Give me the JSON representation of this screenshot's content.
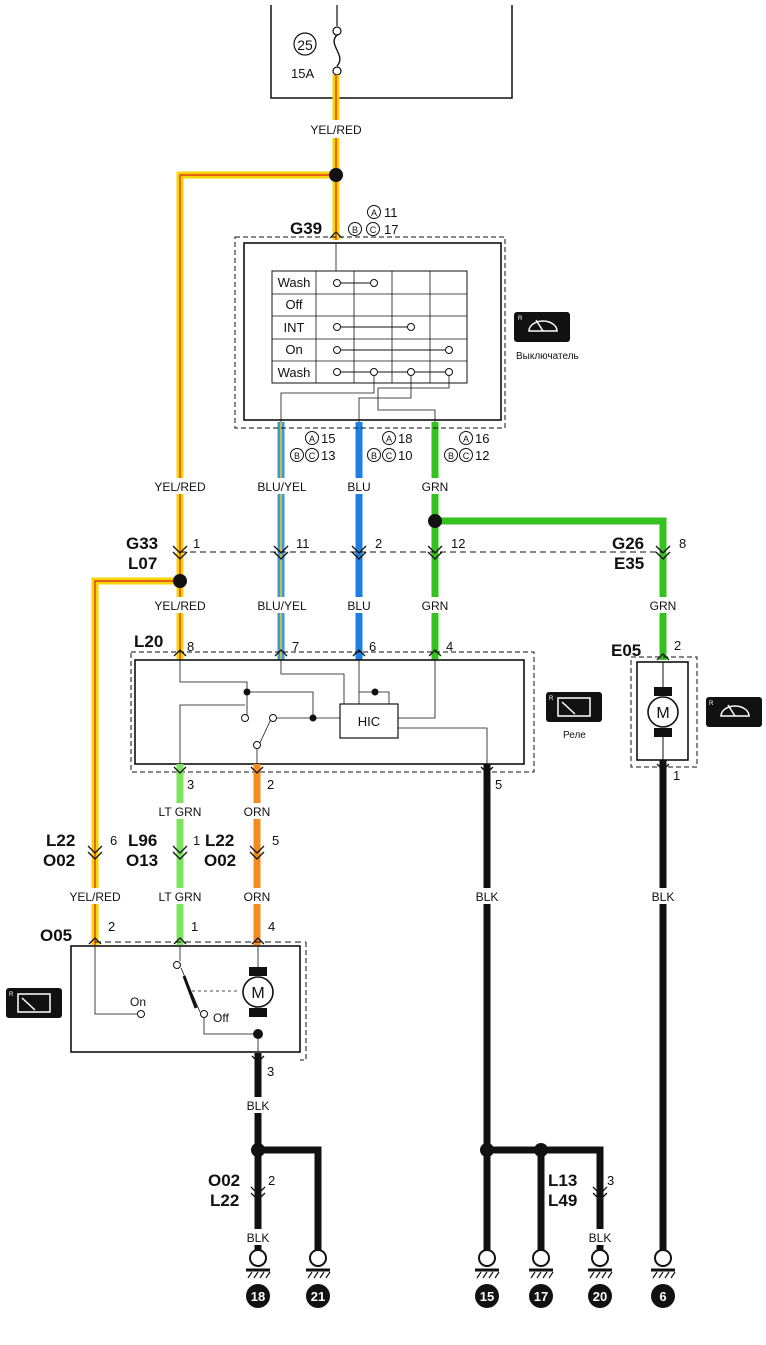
{
  "fuse": {
    "number": "25",
    "rating": "15A"
  },
  "wire_labels": {
    "top": "YEL/RED",
    "col1": "YEL/RED",
    "col2": "BLU/YEL",
    "col3": "BLU",
    "col4": "GRN",
    "col1b": "YEL/RED",
    "col2b": "BLU/YEL",
    "col3b": "BLU",
    "col4b": "GRN",
    "e05_top": "GRN",
    "lt_grn_1": "LT GRN",
    "orn_1": "ORN",
    "left_yelred": "YEL/RED",
    "lt_grn_2": "LT GRN",
    "orn_2": "ORN",
    "blk_hic": "BLK",
    "blk_e05": "BLK",
    "blk_o05": "BLK",
    "blk_o02": "BLK",
    "blk_l13": "BLK"
  },
  "connectors": {
    "g39": {
      "id": "G39",
      "a": "11",
      "bc": "17"
    },
    "g39_pins": [
      {
        "a": "15",
        "bc": "13"
      },
      {
        "a": "18",
        "bc": "10"
      },
      {
        "a": "16",
        "bc": "12"
      }
    ],
    "g33": {
      "id": "G33",
      "id2": "L07",
      "pins": [
        "1",
        "11",
        "2",
        "12"
      ]
    },
    "g26": {
      "id": "G26",
      "id2": "E35",
      "pin": "8"
    },
    "l20": {
      "id": "L20",
      "pins": [
        "8",
        "7",
        "6",
        "4"
      ],
      "bottom_pins": [
        "3",
        "2",
        "5"
      ]
    },
    "e05": {
      "id": "E05",
      "pin_top": "2",
      "pin_bottom": "1"
    },
    "l22_a": {
      "id": "L22",
      "id2": "O02",
      "pin": "6"
    },
    "l96": {
      "id": "L96",
      "id2": "O13",
      "pin": "1"
    },
    "l22_b": {
      "id": "L22",
      "id2": "O02",
      "pin": "5"
    },
    "o05": {
      "id": "O05",
      "pins": [
        "2",
        "1",
        "4"
      ],
      "pin_bottom": "3"
    },
    "o02": {
      "id": "O02",
      "id2": "L22",
      "pin": "2"
    },
    "l13": {
      "id": "L13",
      "id2": "L49",
      "pin": "3"
    }
  },
  "circled": {
    "a": "A",
    "b": "B",
    "c": "C"
  },
  "switch_table": {
    "rows": [
      "Wash",
      "Off",
      "INT",
      "On",
      "Wash"
    ]
  },
  "hic_label": "HIC",
  "motor_label": "M",
  "o05_switch": {
    "on": "On",
    "off": "Off"
  },
  "components": {
    "switch_caption": "Выключатель",
    "relay_caption": "Реле"
  },
  "grounds": [
    "18",
    "21",
    "15",
    "17",
    "20",
    "6"
  ],
  "colors": {
    "yel_red": "#f5d400",
    "red_stripe": "#e23b1e",
    "blu_yel": "#3f97d6",
    "blu": "#1f7fe0",
    "grn": "#33c21f",
    "lt_grn": "#7ee35e",
    "orn": "#f58a1f",
    "blk": "#111111"
  }
}
